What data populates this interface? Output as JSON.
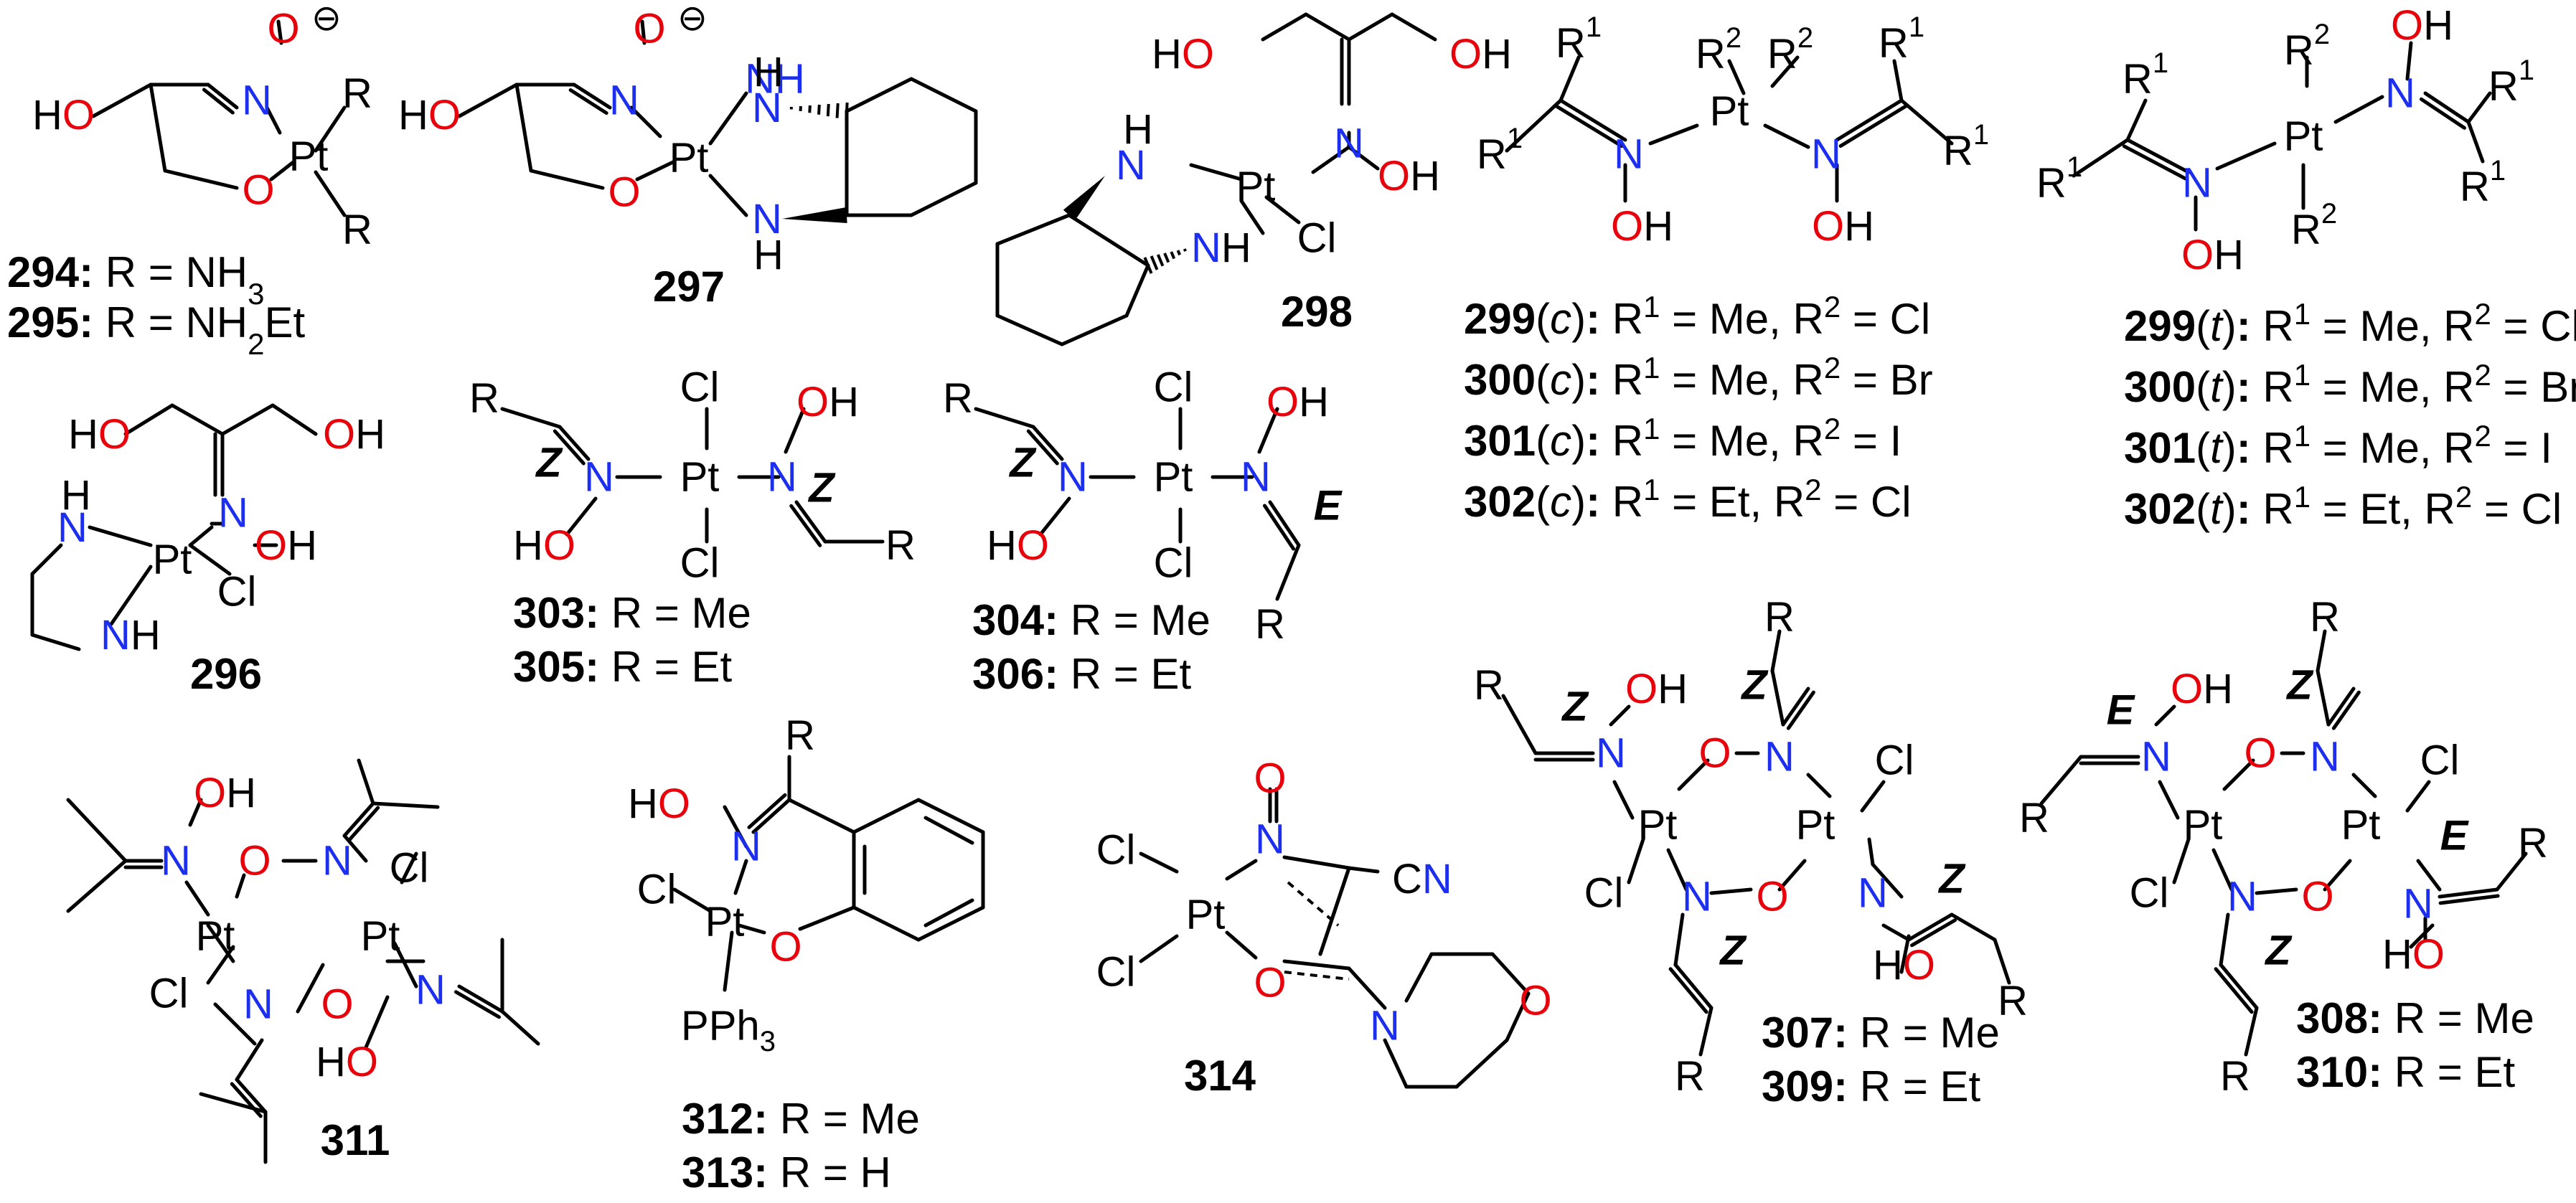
{
  "colors": {
    "oxygen": "#e8000b",
    "nitrogen": "#1c2ff0",
    "black": "#000000"
  },
  "compounds": [
    {
      "id": "c294",
      "labels": [
        {
          "num": "294:",
          "rest": " R = NH",
          "sub": "3",
          "tail": ""
        },
        {
          "num": "295:",
          "rest": " R = NH",
          "sub": "2",
          "tail": "Et"
        }
      ]
    },
    {
      "id": "c297",
      "labels": [
        {
          "num": "297"
        }
      ]
    },
    {
      "id": "c298",
      "labels": [
        {
          "num": "298"
        }
      ]
    },
    {
      "id": "c296",
      "labels": [
        {
          "num": "296"
        }
      ]
    },
    {
      "id": "c303",
      "labels": [
        {
          "num": "303:",
          "rest": " R = Me"
        },
        {
          "num": "305:",
          "rest": " R = Et"
        }
      ]
    },
    {
      "id": "c304",
      "labels": [
        {
          "num": "304:",
          "rest": " R = Me"
        },
        {
          "num": "306:",
          "rest": " R = Et"
        }
      ]
    },
    {
      "id": "c299c",
      "labels": [
        {
          "num": "299",
          "iso": "c",
          "r1": "Me",
          "r2": "Cl"
        },
        {
          "num": "300",
          "iso": "c",
          "r1": "Me",
          "r2": "Br"
        },
        {
          "num": "301",
          "iso": "c",
          "r1": "Me",
          "r2": "I"
        },
        {
          "num": "302",
          "iso": "c",
          "r1": "Et",
          "r2": "Cl"
        }
      ]
    },
    {
      "id": "c299t",
      "labels": [
        {
          "num": "299",
          "iso": "t",
          "r1": "Me",
          "r2": "Cl"
        },
        {
          "num": "300",
          "iso": "t",
          "r1": "Me",
          "r2": "Br"
        },
        {
          "num": "301",
          "iso": "t",
          "r1": "Me",
          "r2": "I"
        },
        {
          "num": "302",
          "iso": "t",
          "r1": "Et",
          "r2": "Cl"
        }
      ]
    },
    {
      "id": "c311",
      "labels": [
        {
          "num": "311"
        }
      ]
    },
    {
      "id": "c312",
      "labels": [
        {
          "num": "312:",
          "rest": " R = Me"
        },
        {
          "num": "313:",
          "rest": " R = H"
        }
      ]
    },
    {
      "id": "c314",
      "labels": [
        {
          "num": "314"
        }
      ]
    },
    {
      "id": "c307",
      "labels": [
        {
          "num": "307:",
          "rest": " R = Me"
        },
        {
          "num": "309:",
          "rest": " R = Et"
        }
      ]
    },
    {
      "id": "c308",
      "labels": [
        {
          "num": "308:",
          "rest": " R = Me"
        },
        {
          "num": "310:",
          "rest": " R = Et"
        }
      ]
    }
  ],
  "atoms": {
    "pt": "Pt",
    "n": "N",
    "o": "O",
    "oh": "OH",
    "ho": "HO",
    "h": "H",
    "nh": "NH",
    "cl": "Cl",
    "r": "R",
    "cn": "CN",
    "pph3": "PPh",
    "pph3_sub": "3",
    "minus": "⊖",
    "z": "Z",
    "e": "E",
    "r1": "R",
    "r2": "R",
    "sup1": "1",
    "sup2": "2"
  }
}
